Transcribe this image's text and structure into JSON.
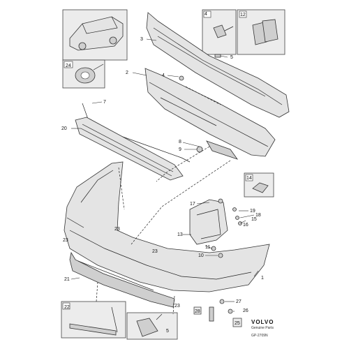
{
  "callouts": {
    "n1": "1",
    "n2": "2",
    "n3": "3",
    "n4a": "4",
    "n4b": "4",
    "n5a": "5",
    "n5b": "5",
    "n7": "7",
    "n8": "8",
    "n9": "9",
    "n10": "10",
    "n11": "11",
    "n12": "12",
    "n13": "13",
    "n14": "14",
    "n15": "15",
    "n16": "16",
    "n17": "17",
    "n18": "18",
    "n19": "19",
    "n20": "20",
    "n21": "21",
    "n22": "22",
    "n23a": "23",
    "n23b": "23",
    "n23c": "23",
    "n23d": "23",
    "n24": "24",
    "n25": "25",
    "n26": "26",
    "n27": "27",
    "n28": "28"
  },
  "brand": {
    "name": "VOLVO",
    "sub1": "Genuine Parts",
    "code": "GP-2709N"
  },
  "colors": {
    "line": "#222222",
    "part_fill": "#e4e4e4",
    "inset_fill": "#ececec"
  }
}
